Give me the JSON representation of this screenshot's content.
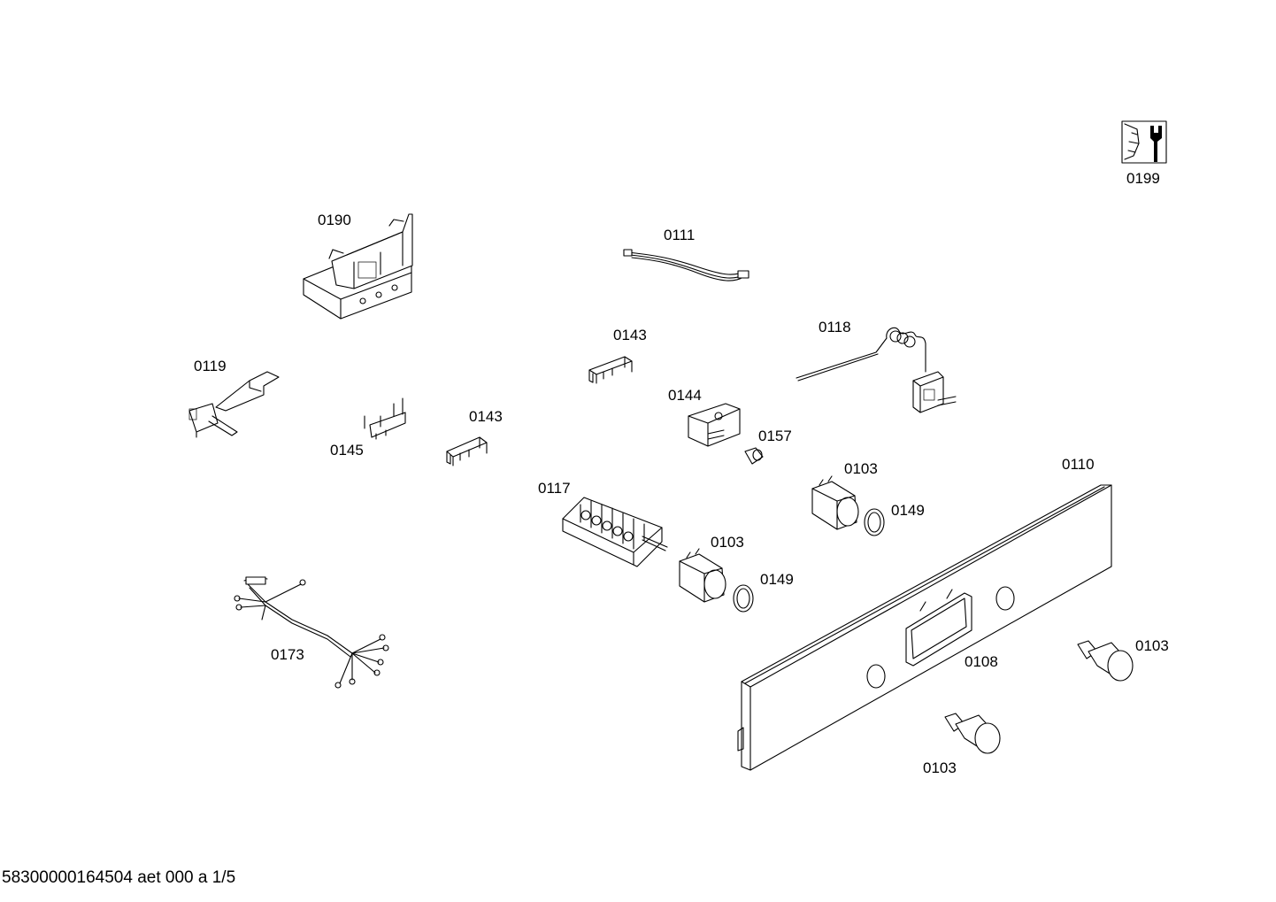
{
  "labels": {
    "p0199": "0199",
    "p0190": "0190",
    "p0111": "0111",
    "p0143a": "0143",
    "p0118": "0118",
    "p0119": "0119",
    "p0145": "0145",
    "p0143b": "0143",
    "p0144": "0144",
    "p0157": "0157",
    "p0103a": "0103",
    "p0110": "0110",
    "p0117": "0117",
    "p0149a": "0149",
    "p0103b": "0103",
    "p0149b": "0149",
    "p0173": "0173",
    "p0108": "0108",
    "p0103c": "0103",
    "p0103d": "0103"
  },
  "footer": "58300000164504 aet 000 a 1/5",
  "icons": [
    "service-tools-icon"
  ]
}
